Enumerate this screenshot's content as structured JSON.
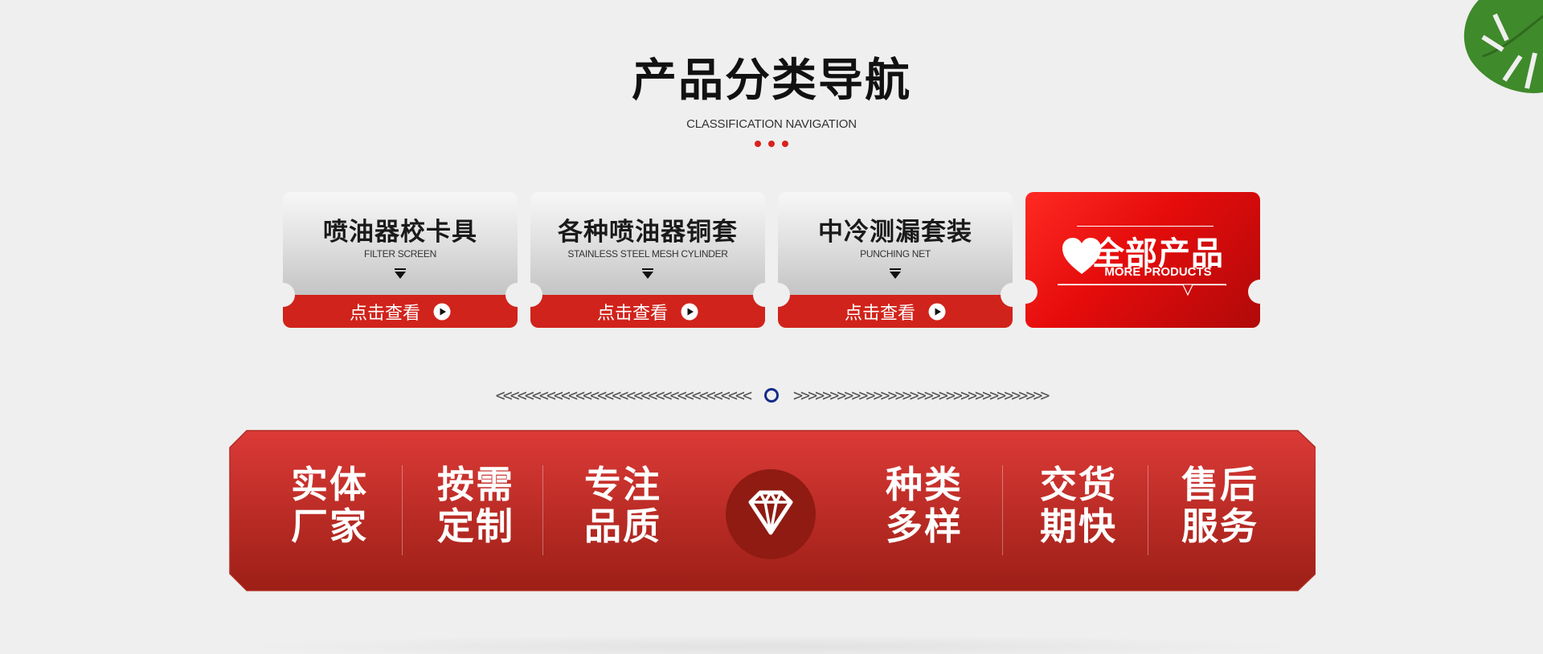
{
  "section": {
    "title": "产品分类导航",
    "subtitle": "CLASSIFICATION NAVIGATION"
  },
  "cards": [
    {
      "title": "喷油器校卡具",
      "subtitle": "FILTER SCREEN",
      "link_label": "点击查看"
    },
    {
      "title": "各种喷油器铜套",
      "subtitle": "STAINLESS STEEL MESH CYLINDER",
      "link_label": "点击查看"
    },
    {
      "title": "中冷测漏套装",
      "subtitle": "PUNCHING NET",
      "link_label": "点击查看"
    }
  ],
  "all_products": {
    "title": "全部产品",
    "subtitle": "MORE PRODUCTS",
    "icon": "heart-icon"
  },
  "divider": {
    "left": "<<<<<<<<<<<<<<<<<<<<<<<<<<<<<<<<<<<",
    "right": ">>>>>>>>>>>>>>>>>>>>>>>>>>>>>>>>>>>",
    "icon": "ring-icon"
  },
  "features": {
    "items": [
      {
        "line1": "实体",
        "line2": "厂家"
      },
      {
        "line1": "按需",
        "line2": "定制"
      },
      {
        "line1": "专注",
        "line2": "品质"
      },
      {
        "line1": "种类",
        "line2": "多样"
      },
      {
        "line1": "交货",
        "line2": "期快"
      },
      {
        "line1": "售后",
        "line2": "服务"
      }
    ],
    "center_icon": "diamond-icon"
  },
  "colors": {
    "accent_red": "#d0231b",
    "banner_red": "#c82a24",
    "background": "#efefef",
    "ring_blue": "#142b8a"
  }
}
